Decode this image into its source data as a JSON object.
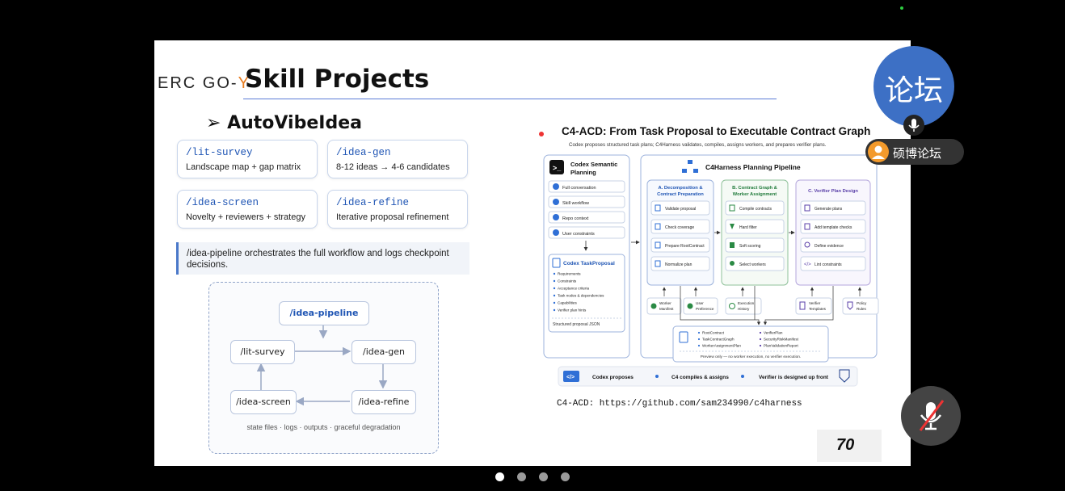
{
  "slide": {
    "brand_prefix": "ERC GO-",
    "brand_suffix": "Y",
    "title": "Skill Projects",
    "section_title": "➢ AutoVibeIdea",
    "cards": [
      {
        "cmd": "/lit-survey",
        "desc": "Landscape map + gap matrix"
      },
      {
        "cmd": "/idea-gen",
        "desc": "8-12 ideas → 4-6 candidates"
      },
      {
        "cmd": "/idea-screen",
        "desc": "Novelty + reviewers + strategy"
      },
      {
        "cmd": "/idea-refine",
        "desc": "Iterative proposal refinement"
      }
    ],
    "note": "/idea-pipeline orchestrates the full workflow and logs checkpoint decisions.",
    "flow": {
      "pipeline": "/idea-pipeline",
      "lit_survey": "/lit-survey",
      "idea_gen": "/idea-gen",
      "idea_screen": "/idea-screen",
      "idea_refine": "/idea-refine",
      "footnote": "state files · logs · outputs · graceful degradation"
    },
    "diagram": {
      "title": "C4-ACD: From Task Proposal to Executable Contract Graph",
      "subtitle": "Codex proposes structured task plans; C4Harness validates, compiles, assigns workers, and prepares verifier plans.",
      "codex_title_1": "Codex Semantic",
      "codex_title_2": "Planning",
      "codex_inputs": [
        "Full conversation",
        "Skill workflow",
        "Repo context",
        "User constraints"
      ],
      "task_proposal": "Codex TaskProposal",
      "task_items": [
        "Requirements",
        "Constraints",
        "Acceptance criteria",
        "Task nodes & dependencies",
        "Capabilities",
        "Verifier plan hints"
      ],
      "structured_json": "Structured proposal JSON",
      "harness_title": "C4Harness Planning Pipeline",
      "col_a_1": "A. Decomposition &",
      "col_a_2": "Contract Preparation",
      "col_a_items": [
        "Validate proposal",
        "Check coverage",
        "Prepare RootContract",
        "Normalize plan"
      ],
      "col_b_1": "B. Contract Graph &",
      "col_b_2": "Worker Assignment",
      "col_b_items": [
        "Compile contracts",
        "Hard filter",
        "Soft scoring",
        "Select workers"
      ],
      "col_c": "C. Verifier Plan Design",
      "col_c_items": [
        "Generate plans",
        "Add template checks",
        "Define evidence",
        "Lint constraints"
      ],
      "sources": [
        {
          "l1": "Worker",
          "l2": "Manifest"
        },
        {
          "l1": "User",
          "l2": "Preference"
        },
        {
          "l1": "Execution",
          "l2": "History"
        },
        {
          "l1": "Verifier",
          "l2": "Templates"
        },
        {
          "l1": "Policy",
          "l2": "Rules"
        }
      ],
      "outputs_left": [
        "RootContract",
        "TaskContractGraph",
        "WorkerAssignmentPlan"
      ],
      "outputs_right": [
        "VerifierPlan",
        "SecurityRiskManifest",
        "PlanValidationReport"
      ],
      "preview_note": "Preview only — no worker execution, no verifier execution.",
      "legend": [
        "Codex proposes",
        "C4 compiles & assigns",
        "Verifier is designed up front"
      ]
    },
    "url": "C4-ACD: https://github.com/sam234990/c4harness",
    "page_number": "70"
  },
  "meeting": {
    "avatar_text": "论坛",
    "speaker_name": "硕博论坛"
  },
  "colors": {
    "accent": "#3d70c5",
    "brand_orange": "#e87b1e",
    "link_blue": "#1f55b4"
  }
}
